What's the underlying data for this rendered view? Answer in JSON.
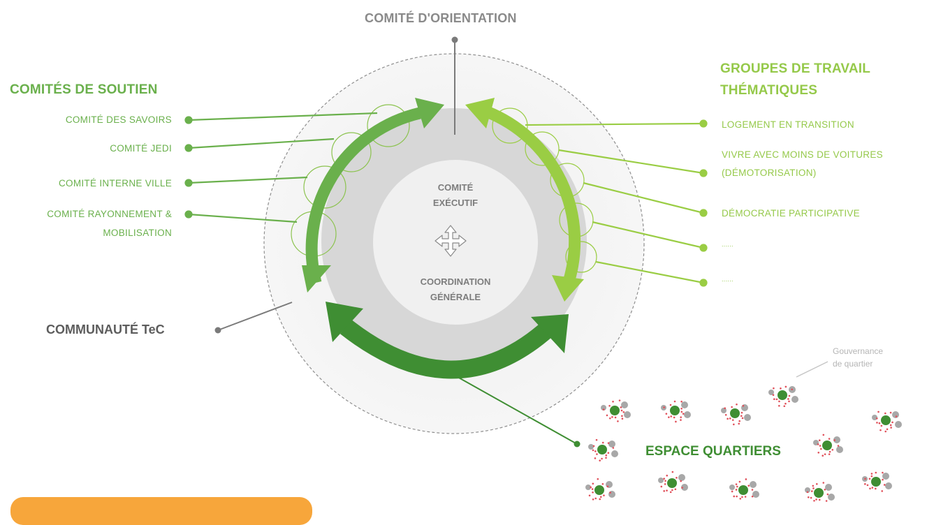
{
  "top": {
    "title": "COMITÉ D'ORIENTATION"
  },
  "left": {
    "heading": "COMITÉS DE SOUTIEN",
    "items": [
      "COMITÉ DES SAVOIRS",
      "COMITÉ JEDI",
      "COMITÉ INTERNE VILLE",
      "COMITÉ RAYONNEMENT &",
      "MOBILISATION"
    ]
  },
  "right": {
    "heading_line1": "GROUPES DE TRAVAIL",
    "heading_line2": "THÉMATIQUES",
    "items": [
      "LOGEMENT EN TRANSITION",
      "VIVRE AVEC MOINS DE VOITURES",
      "(DÉMOTORISATION)",
      "DÉMOCRATIE PARTICIPATIVE",
      "......",
      "......"
    ]
  },
  "center": {
    "line1": "COMITÉ",
    "line2": "EXÉCUTIF",
    "line3": "COORDINATION",
    "line4": "GÉNÉRALE"
  },
  "community": {
    "label": "COMMUNAUTÉ TeC"
  },
  "neighbourhood": {
    "label": "ESPACE QUARTIERS",
    "gov_line1": "Gouvernance",
    "gov_line2": "de quartier"
  },
  "colors": {
    "dark_green": "#3f8e33",
    "mid_green": "#6ab04c",
    "light_green": "#9acd44",
    "grey_text": "#8a8a8a",
    "accent_orange": "#f7a63b",
    "node_red": "#e0505a"
  }
}
